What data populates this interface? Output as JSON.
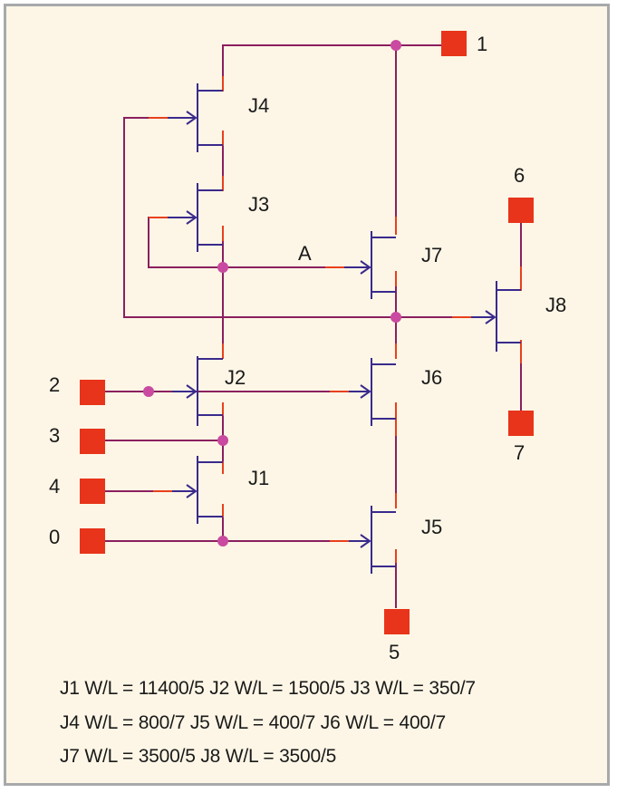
{
  "colors": {
    "wire": "#8b1f5f",
    "device": "#3a2a8c",
    "terminal_lead": "#e8401c",
    "pad": "#e8341a",
    "junction": "#c94aa0",
    "background": "#fdf6e6",
    "border": "#a7a9ab"
  },
  "transistors": [
    {
      "id": "J1",
      "label": "J1"
    },
    {
      "id": "J2",
      "label": "J2"
    },
    {
      "id": "J3",
      "label": "J3"
    },
    {
      "id": "J4",
      "label": "J4"
    },
    {
      "id": "J5",
      "label": "J5"
    },
    {
      "id": "J6",
      "label": "J6"
    },
    {
      "id": "J7",
      "label": "J7"
    },
    {
      "id": "J8",
      "label": "J8"
    }
  ],
  "pins": [
    {
      "id": "p1",
      "label": "1"
    },
    {
      "id": "p2",
      "label": "2"
    },
    {
      "id": "p3",
      "label": "3"
    },
    {
      "id": "p4",
      "label": "4"
    },
    {
      "id": "p0",
      "label": "0"
    },
    {
      "id": "p5",
      "label": "5"
    },
    {
      "id": "p6",
      "label": "6"
    },
    {
      "id": "p7",
      "label": "7"
    }
  ],
  "nodes": {
    "A": "A"
  },
  "caption": [
    "J1 W/L = 11400/5 J2 W/L = 1500/5 J3 W/L = 350/7",
    "J4 W/L = 800/7 J5 W/L = 400/7 J6 W/L = 400/7",
    "J7 W/L = 3500/5 J8 W/L = 3500/5"
  ]
}
